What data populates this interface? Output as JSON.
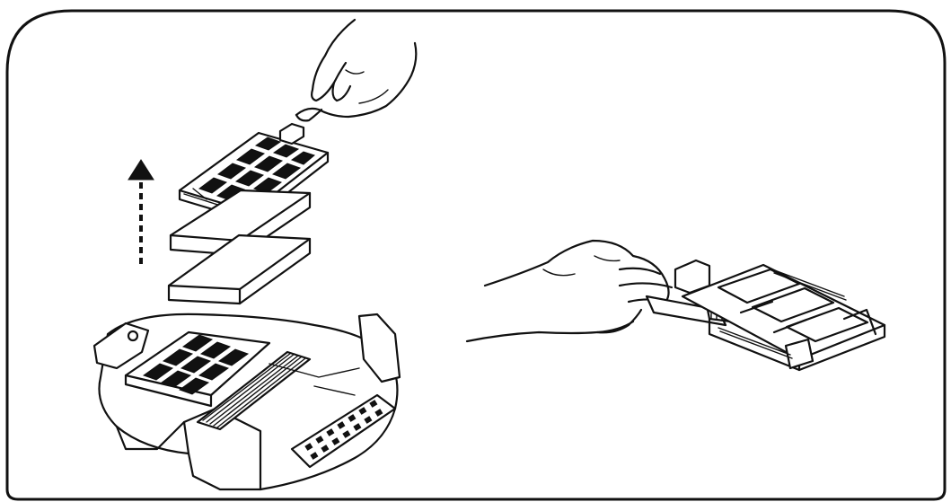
{
  "figure": {
    "kind": "instruction-illustration",
    "panels": [
      {
        "id": "left",
        "depicts": [
          "robot-vacuum-body",
          "filter-frame",
          "filter-sheet",
          "filter-sheet",
          "hand",
          "upward-arrow"
        ]
      },
      {
        "id": "right",
        "depicts": [
          "hand",
          "cleaning-brush",
          "filter-frame"
        ]
      }
    ],
    "colors": {
      "line": "#111111",
      "background": "#ffffff"
    },
    "icons": {
      "arrow": "arrow-up-dashed-icon"
    }
  }
}
